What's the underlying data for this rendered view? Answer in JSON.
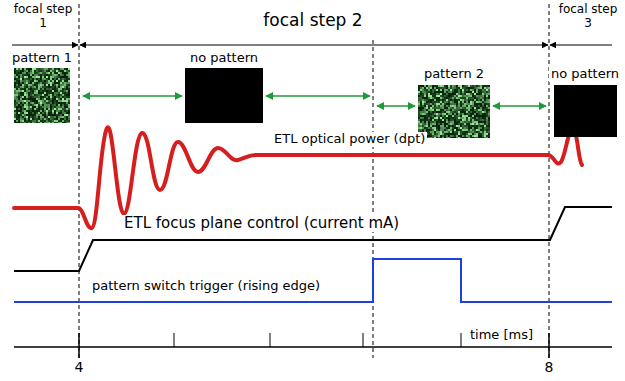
{
  "diagram": {
    "nodes": [
      {
        "text": [
          "pattern 1"
        ]
      },
      {
        "text": [
          "no pattern"
        ]
      },
      {
        "text": [
          "pattern 2"
        ]
      },
      {
        "text": [
          "no pattern"
        ]
      }
    ],
    "labels": [
      "focal step 1",
      "focal step 2",
      "focal step 3",
      "ETL optical power (dpt)",
      "ETL focus plane control (current mA)",
      "pattern switch trigger (rising edge)",
      "4",
      "time [ms]",
      "8"
    ]
  }
}
